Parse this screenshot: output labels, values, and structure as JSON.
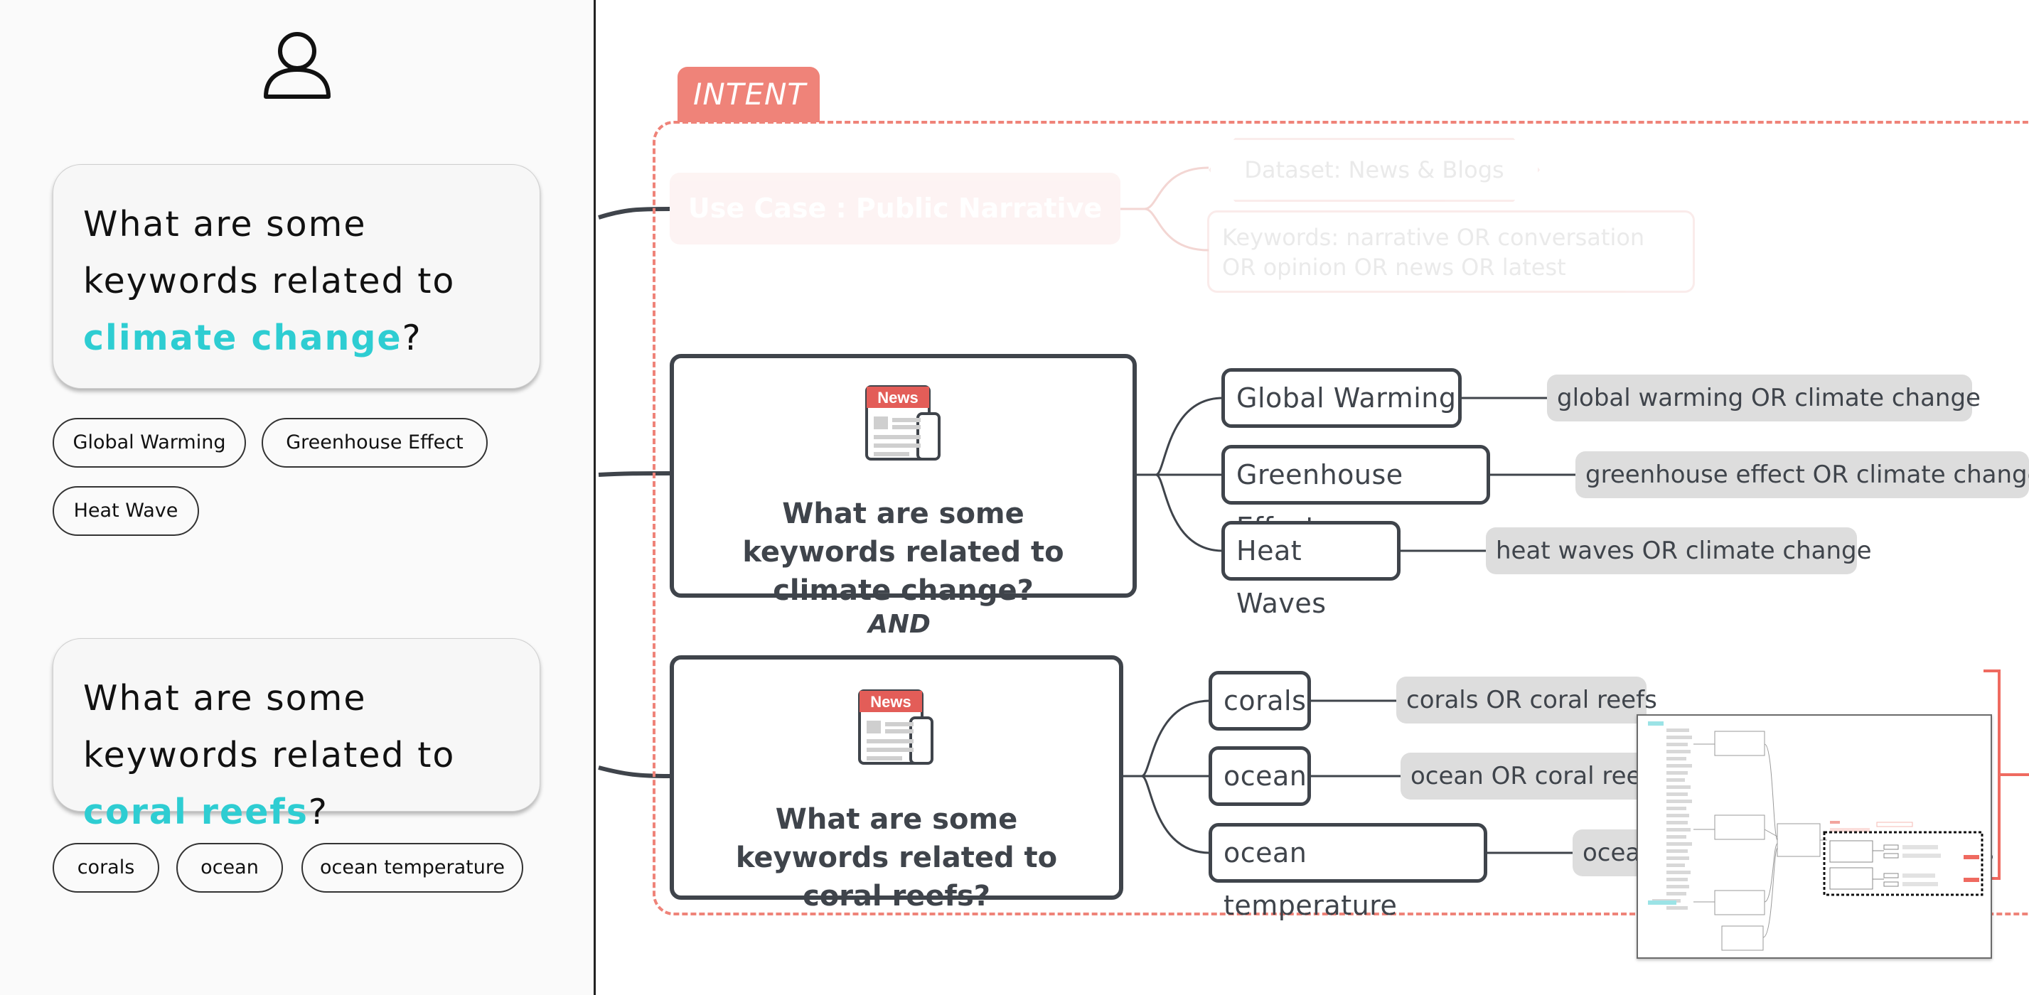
{
  "chat": {
    "user_icon": "user-icon",
    "messages": [
      {
        "text_prefix": "What are some keywords related to ",
        "highlight": "climate change",
        "text_suffix": "?",
        "suggestions": [
          "Global Warming",
          "Greenhouse Effect",
          "Heat Wave"
        ]
      },
      {
        "text_prefix": "What are some keywords related to ",
        "highlight": "coral reefs",
        "text_suffix": "?",
        "suggestions": [
          "corals",
          "ocean",
          "ocean temperature"
        ]
      }
    ]
  },
  "diagram": {
    "intent_label": "INTENT",
    "use_case": "Use Case : Public Narrative",
    "dataset": "Dataset: News & Blogs",
    "use_case_keywords": "Keywords: narrative OR conversation OR opinion OR news OR latest",
    "and_label": "AND",
    "questions": [
      {
        "icon_label": "News",
        "text": "What are some keywords related to climate change?",
        "topics": [
          {
            "label": "Global Warming",
            "query": "global warming OR climate change"
          },
          {
            "label": "Greenhouse Effect",
            "query": "greenhouse effect OR climate change"
          },
          {
            "label": "Heat Waves",
            "query": "heat waves OR climate change"
          }
        ]
      },
      {
        "icon_label": "News",
        "text": "What are some keywords related to coral reefs?",
        "topics": [
          {
            "label": "corals",
            "query": "corals OR coral reefs"
          },
          {
            "label": "ocean",
            "query": "ocean OR coral reefs"
          },
          {
            "label": "ocean temperature",
            "query": "ocean temperature OR coral reefs"
          }
        ]
      }
    ]
  },
  "colors": {
    "accent_teal": "#2ecdd2",
    "intent_red": "#ef8379",
    "node_dark": "#3f444b",
    "query_gray": "#dddddd"
  }
}
